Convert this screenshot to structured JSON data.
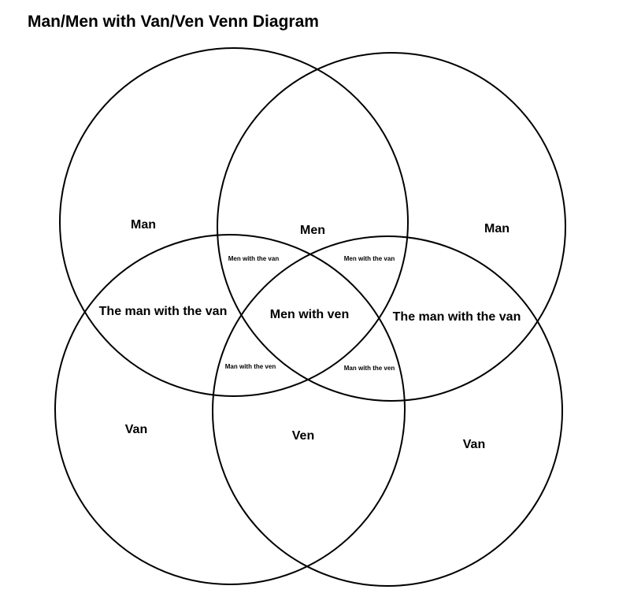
{
  "title": "Man/Men with Van/Ven Venn Diagram",
  "colors": {
    "background": "#ffffff",
    "stroke": "#000000",
    "text": "#000000"
  },
  "sets": [
    {
      "id": "top-left"
    },
    {
      "id": "top-right"
    },
    {
      "id": "bottom-left"
    },
    {
      "id": "bottom-right"
    }
  ],
  "regions": {
    "top_left_only": "Man",
    "top_overlap": "Men",
    "top_right_only": "Man",
    "left_overlap": "The man with the van",
    "center": "Men with ven",
    "right_overlap": "The man with the van",
    "upper_left_triple": "Men with the van",
    "upper_right_triple": "Men with the van",
    "lower_left_triple": "Man with the ven",
    "lower_right_triple": "Man with the ven",
    "bottom_left_only": "Van",
    "bottom_overlap": "Ven",
    "bottom_right_only": "Van"
  }
}
